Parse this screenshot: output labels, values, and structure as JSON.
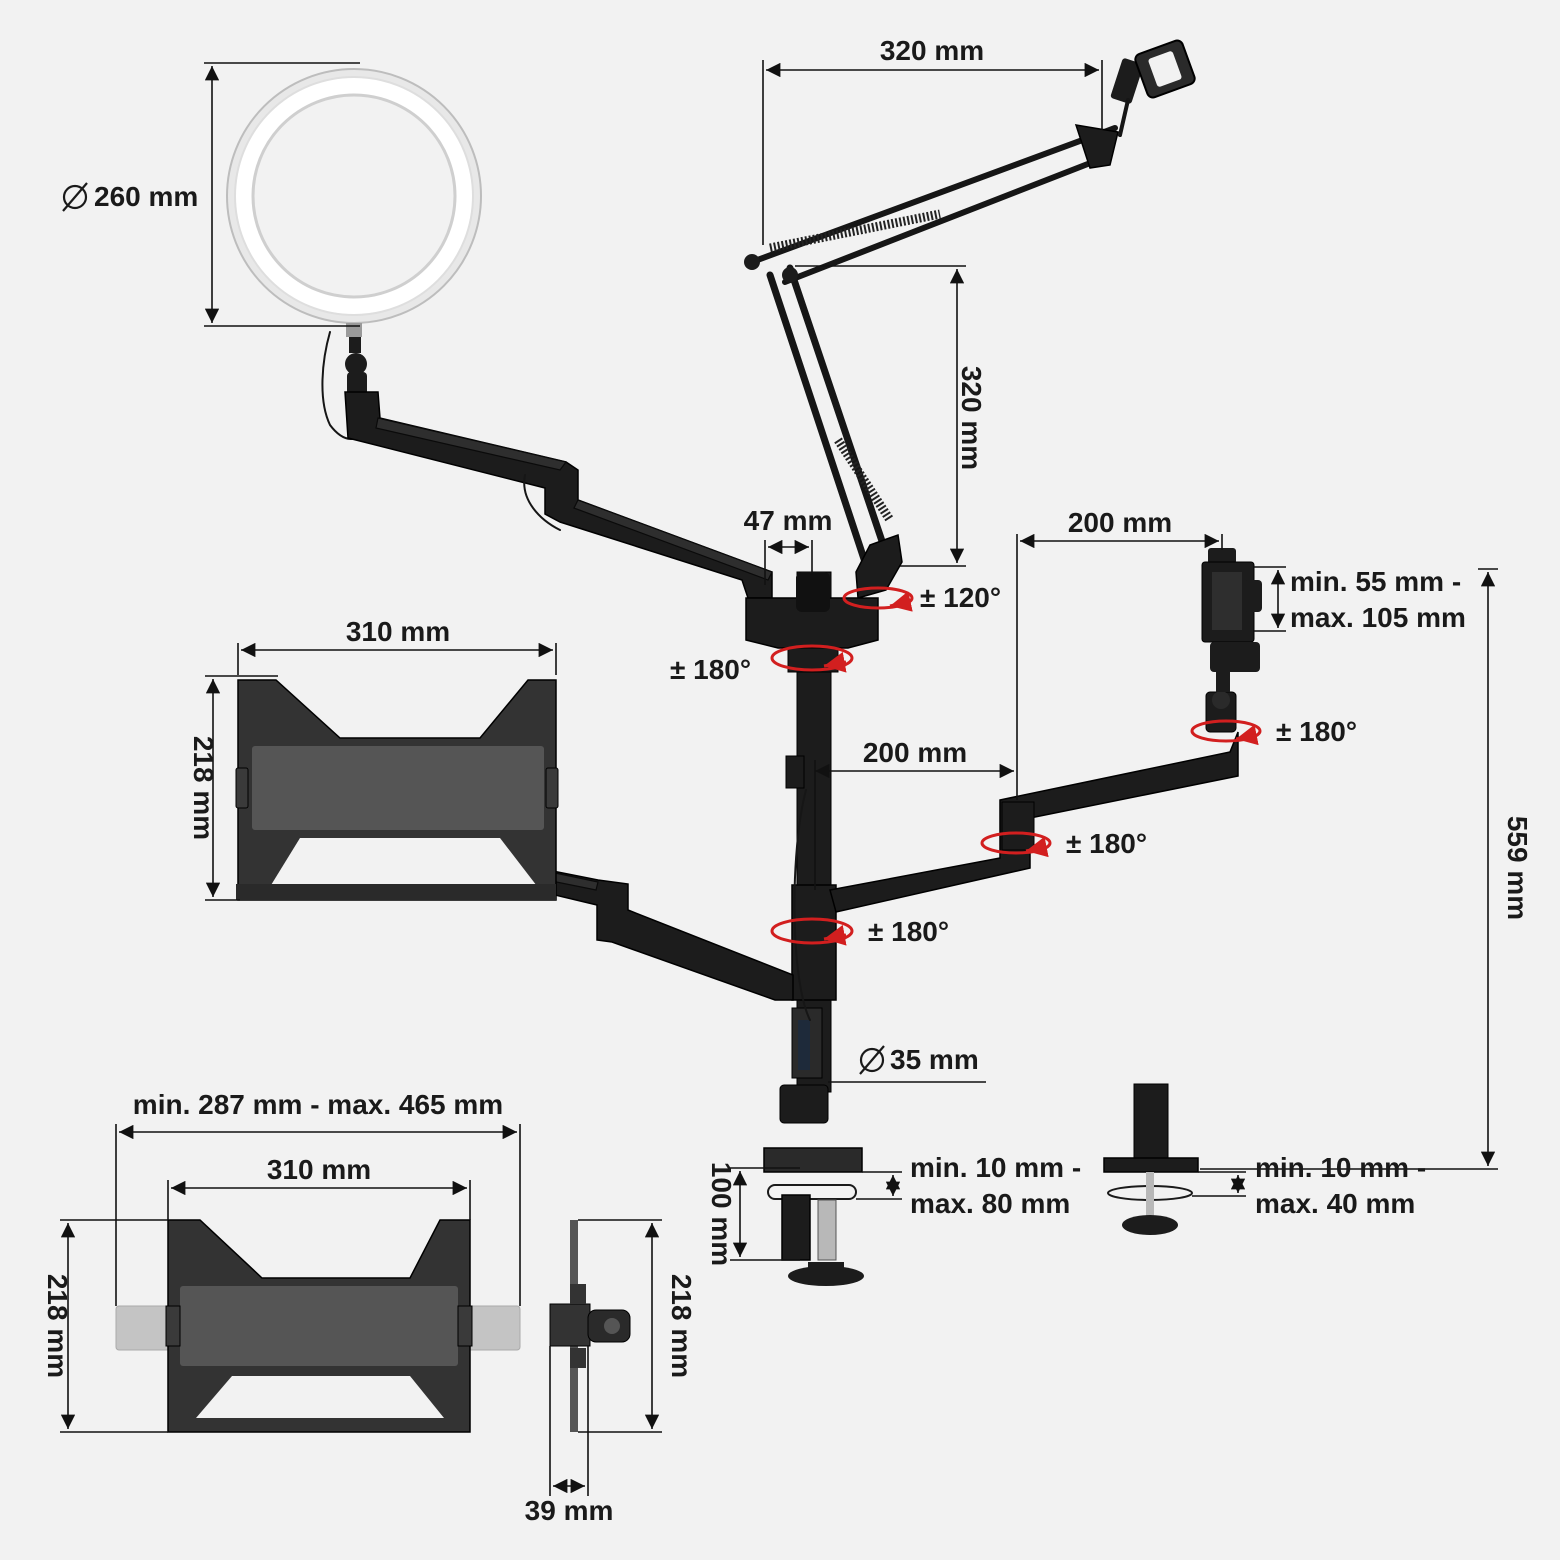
{
  "dimensions": {
    "ring_diameter": "260 mm",
    "boom_width": "320 mm",
    "boom_height": "320 mm",
    "pole_top": "47 mm",
    "phone_arm_width": "200 mm",
    "phone_clamp_range_min": "min. 55 mm -",
    "phone_clamp_range_max": "max. 105 mm",
    "laptop_tray_width": "310 mm",
    "laptop_tray_height": "218 mm",
    "lower_arm_width": "200 mm",
    "pole_height": "559 mm",
    "pole_diameter": "35 mm",
    "clamp_height": "100 mm",
    "clamp_range_min": "min. 10 mm -",
    "clamp_range_max": "max. 80 mm",
    "grommet_range_min": "min. 10 mm -",
    "grommet_range_max": "max. 40 mm",
    "tray_ext_range": "min. 287 mm - max. 465 mm",
    "tray_front_width": "310 mm",
    "tray_front_height": "218 mm",
    "tray_side_height": "218 mm",
    "tray_side_depth": "39 mm"
  },
  "rotations": {
    "boom": "± 120°",
    "top_collar": "± 180°",
    "phone_head": "± 180°",
    "phone_joint": "± 180°",
    "lower_collar": "± 180°"
  },
  "colors": {
    "background": "#f2f2f2",
    "hardware": "#1c1c1c",
    "rotation_marker": "#d21f1f",
    "dimension_line": "#111111"
  }
}
